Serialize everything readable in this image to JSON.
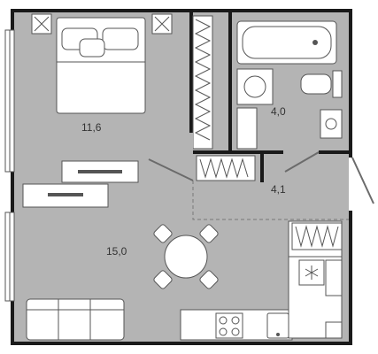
{
  "plan": {
    "colors": {
      "floor": "#b4b4b4",
      "wall": "#1a1a1a",
      "fixture": "#ffffff",
      "fixture_stroke": "#555555",
      "background": "#ffffff"
    },
    "rooms": [
      {
        "id": "bedroom",
        "area_label": "11,6"
      },
      {
        "id": "bathroom",
        "area_label": "4,0"
      },
      {
        "id": "hallway",
        "area_label": "4,1"
      },
      {
        "id": "living-kitchen",
        "area_label": "15,0"
      }
    ],
    "icons": [
      "double-bed-icon",
      "nightstand-icon",
      "dresser-icon",
      "tv-unit-icon",
      "dining-table-icon",
      "dining-chair-icon",
      "sofa-icon",
      "bathtub-icon",
      "washing-machine-icon",
      "toilet-icon",
      "sink-icon",
      "wardrobe-icon",
      "kitchen-counter-icon",
      "stove-icon",
      "kitchen-sink-icon",
      "refrigerator-icon",
      "door-icon",
      "window-icon"
    ]
  }
}
